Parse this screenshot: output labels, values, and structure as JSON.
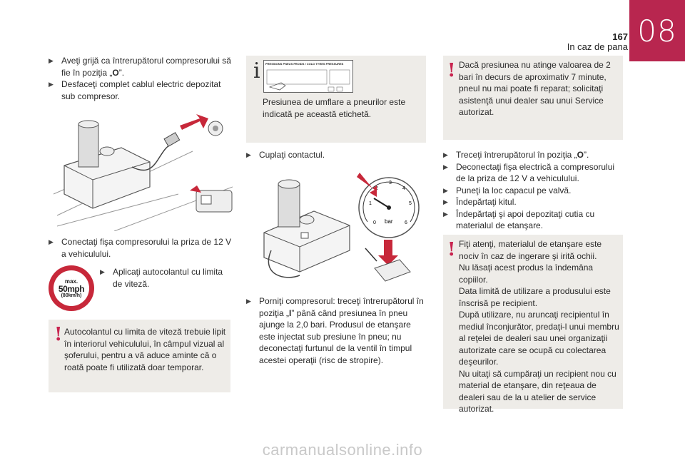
{
  "header": {
    "page_number": "167",
    "section_title": "In caz de pana",
    "chapter": "08"
  },
  "col1": {
    "bullets_top": [
      "Aveţi grijă ca întrerupătorul compresorului să fie în poziţia „",
      "Desfaceţi complet cablul electric depozitat sub compresor."
    ],
    "switch_off_symbol": "O",
    "after_switch": "”.",
    "bullet_connect": "Conectaţi fişa compresorului la priza de 12 V a vehiculului.",
    "sign": {
      "l1": "max.",
      "l2": "50mph",
      "l3": "(80km/h)"
    },
    "bullet_sticker": "Aplicaţi autocolantul cu limita de viteză.",
    "warning": "Autocolantul cu limita de viteză trebuie lipit în interiorul vehiculului, în câmpul vizual al şoferului, pentru a vă aduce aminte că o roată poate fi utilizată doar temporar."
  },
  "col2": {
    "label_title": "PRESSIONS PNEUS FROIDS / COLD TYRES PRESSURES",
    "info_icon": "i",
    "info_text": "Presiunea de umflare a pneurilor este indicată pe această etichetă.",
    "bullet_contact": "Cuplaţi contactul.",
    "gauge_unit": "bar",
    "gauge_ticks": [
      "0",
      "1",
      "2",
      "3",
      "4",
      "5",
      "6"
    ],
    "bullet_start_a": "Porniţi compresorul: treceţi întrerupătorul în poziţia „",
    "switch_on_symbol": "I",
    "bullet_start_b": "” până când presiunea în pneu ajunge la 2,0 bari. Produsul de etanşare este injectat sub presiune în pneu; nu deconectaţi furtunul de la ventil în timpul acestei operaţii (risc de stropire)."
  },
  "col3": {
    "warning1": "Dacă presiunea nu atinge valoarea de 2 bari în decurs de aproximativ 7 minute, pneul nu mai poate fi reparat; solicitaţi asistenţă unui dealer sau unui Service autorizat.",
    "bullet_off_a": "Treceţi întrerupătorul în poziţia „",
    "switch_off_symbol": "O",
    "bullet_off_b": "”.",
    "bullets": [
      "Deconectaţi fişa electrică a compresorului de la priza de 12 V a vehiculului.",
      "Puneţi la loc capacul pe valvă.",
      "Îndepărtaţi kitul.",
      "Îndepărtaţi şi apoi depozitaţi cutia cu materialul de etanşare."
    ],
    "warning2": [
      "Fiţi atenţi, materialul de etanşare este nociv în caz de ingerare şi irită ochii.",
      "Nu lăsaţi acest produs la îndemâna copiilor.",
      "Data limită de utilizare a produsului este înscrisă pe recipient.",
      "După utilizare, nu aruncaţi recipientul în mediul înconjurător, predaţi-l unui membru al reţelei de dealeri sau unei organizaţii autorizate care se ocupă cu colectarea deşeurilor.",
      "Nu uitaţi să cumpăraţi un recipient nou cu material de etanşare, din reţeaua de dealeri sau de la u atelier de service autorizat."
    ]
  },
  "warning_mark": "!",
  "bullet_mark": "▶",
  "watermark": "carmanualsonline.info",
  "colors": {
    "accent": "#b8264f",
    "box_bg": "#eeece8",
    "sign_red": "#c7283a"
  }
}
